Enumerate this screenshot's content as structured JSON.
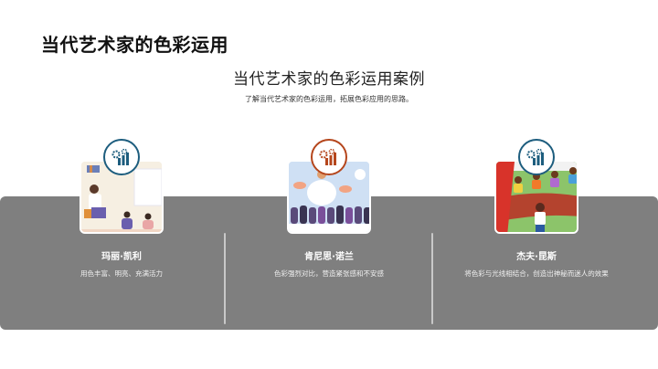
{
  "page": {
    "title": "当代艺术家的色彩运用",
    "section_title": "当代艺术家的色彩运用案例",
    "section_subtitle": "了解当代艺术家的色彩运用，拓展色彩应用的思路。"
  },
  "colors": {
    "band": "#7f7f7f",
    "icon_blue": "#1d5d7e",
    "icon_orange": "#b5461c"
  },
  "artists": [
    {
      "name": "玛丽·凯利",
      "description": "用色丰富、明亮、充满活力",
      "icon": "chart-gear-icon",
      "icon_color": "#1d5d7e",
      "image": "classroom-illustration"
    },
    {
      "name": "肯尼思·诺兰",
      "description": "色彩强烈对比，营造紧张感和不安感",
      "icon": "chart-gear-icon",
      "icon_color": "#b5461c",
      "image": "presentation-audience-illustration"
    },
    {
      "name": "杰夫·昆斯",
      "description": "将色彩与光线相结合，创造出神秘而迷人的效果",
      "icon": "chart-gear-icon",
      "icon_color": "#1d5d7e",
      "image": "children-playing-illustration"
    }
  ]
}
